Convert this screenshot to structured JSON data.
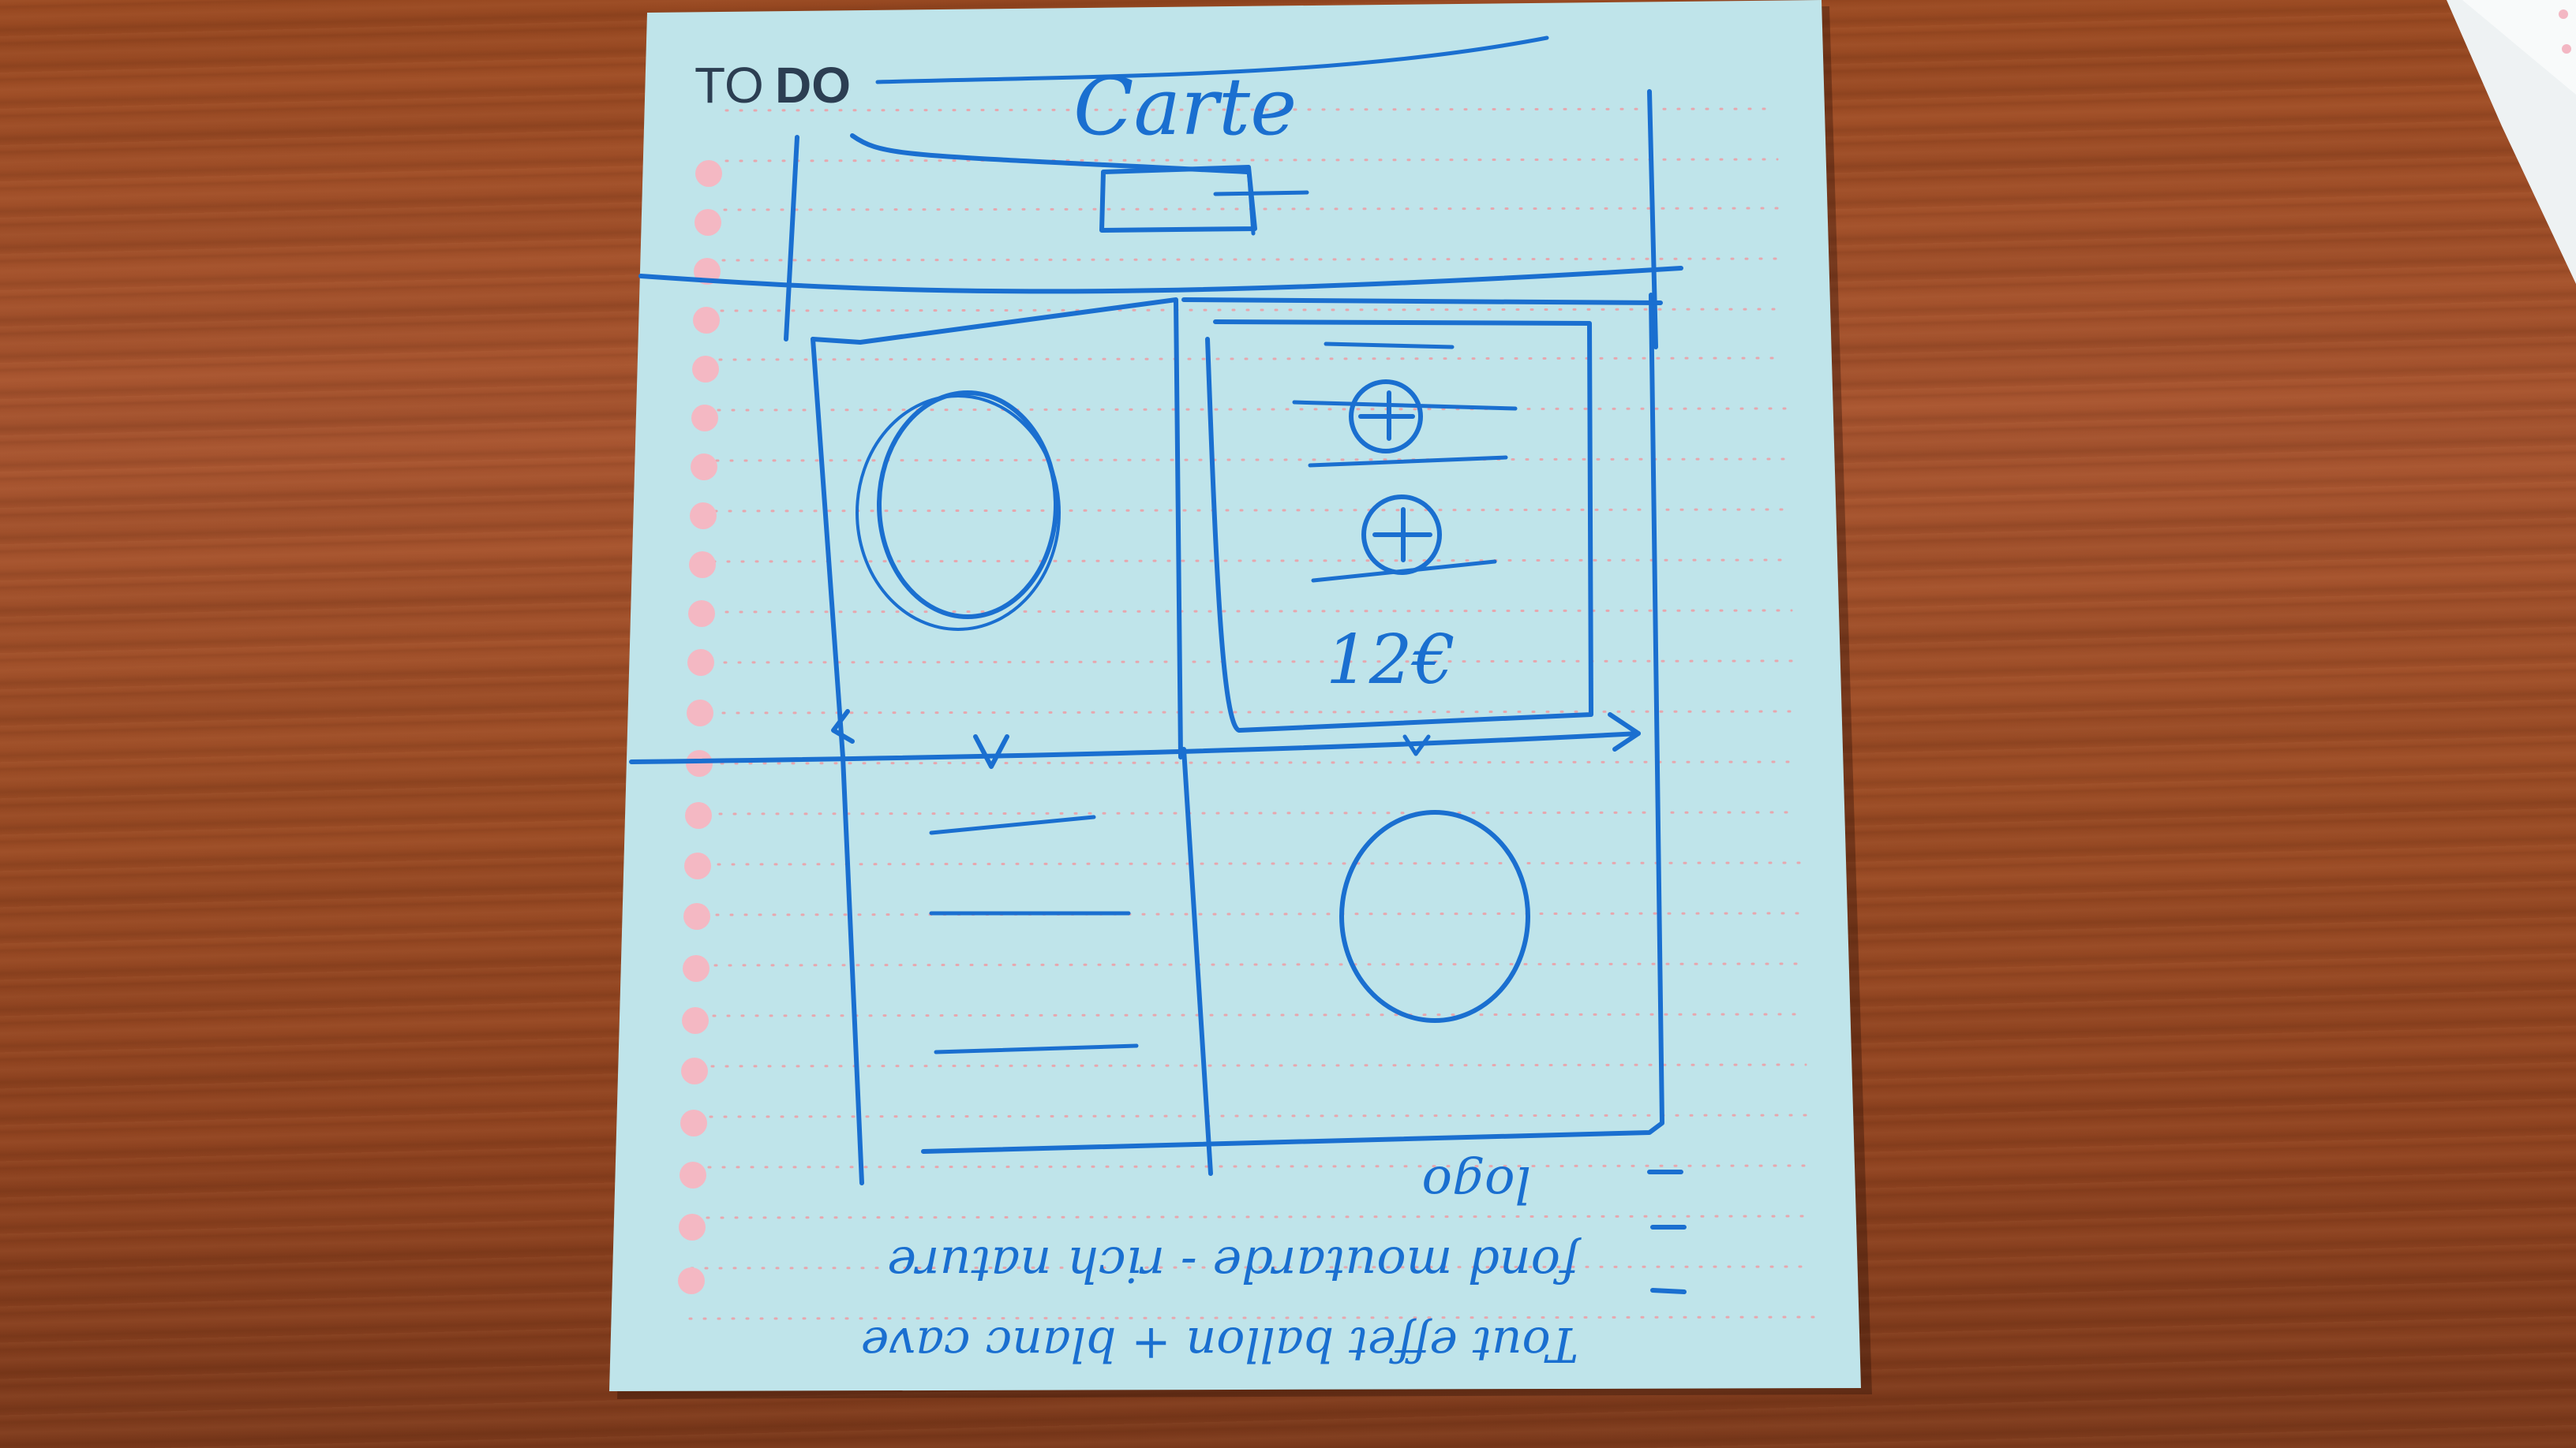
{
  "notepad": {
    "brand_to": "TO",
    "brand_do": "DO",
    "paper_color": "#bfe4ea",
    "ink_color": "#1a6fd0"
  },
  "sketch": {
    "title": "Carte",
    "price": "12€",
    "notes": [
      "logo",
      "fond moutarde - rich nature",
      "Tout effet ballon + blanc cave"
    ]
  }
}
